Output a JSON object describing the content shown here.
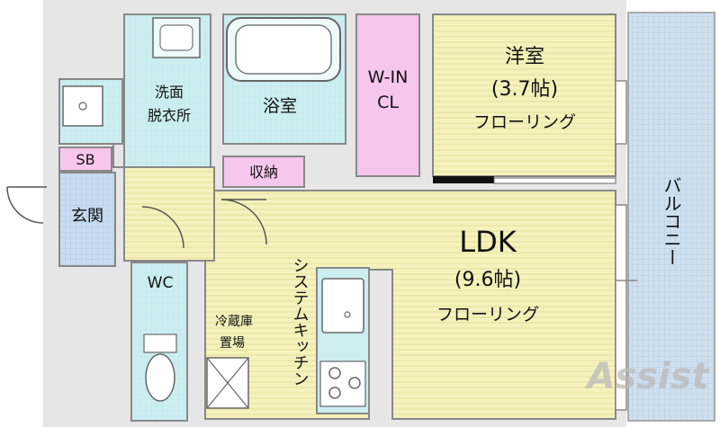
{
  "floorplan": {
    "rooms": {
      "western_room": {
        "name": "洋室",
        "size": "(3.7帖)",
        "floor": "フローリング"
      },
      "ldk": {
        "name": "LDK",
        "size": "(9.6帖)",
        "floor": "フローリング"
      },
      "walk_in_closet": {
        "line1": "W-IN",
        "line2": "CL"
      },
      "bathroom": {
        "name": "浴室"
      },
      "washroom": {
        "line1": "洗面",
        "line2": "脱衣所"
      },
      "storage": {
        "name": "収納"
      },
      "shoe_box": {
        "name": "SB"
      },
      "entrance": {
        "name": "玄関"
      },
      "toilet": {
        "name": "WC"
      },
      "kitchen": {
        "name": "システムキッチン"
      },
      "fridge": {
        "line1": "冷蔵庫",
        "line2": "置場"
      },
      "balcony": {
        "name": "バルコニー"
      }
    },
    "watermark": "Assist",
    "colors": {
      "wall": "#999999",
      "outer": "#e6e6e6",
      "flooring": "#f6f2bd",
      "bath": "#cdeef1",
      "closet": "#f6c6ec",
      "entrance": "#c8dcf2",
      "balcony": "#cfe0ef"
    }
  }
}
